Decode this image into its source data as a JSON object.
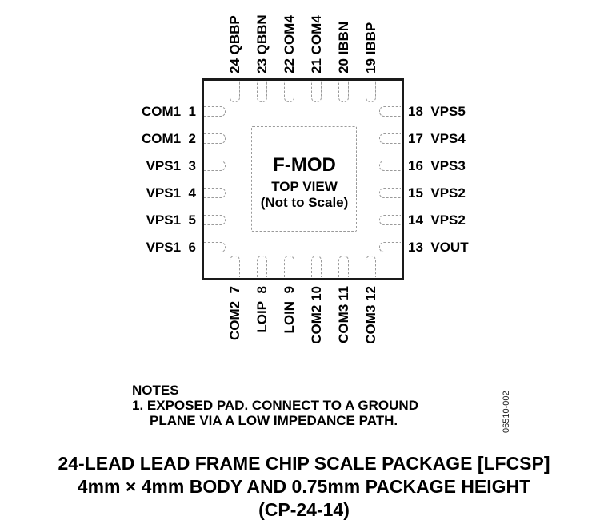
{
  "chip": {
    "name": "F-MOD",
    "view": "TOP VIEW",
    "scale_note": "(Not to Scale)"
  },
  "pins": {
    "left": [
      {
        "num": "1",
        "name": "COM1"
      },
      {
        "num": "2",
        "name": "COM1"
      },
      {
        "num": "3",
        "name": "VPS1"
      },
      {
        "num": "4",
        "name": "VPS1"
      },
      {
        "num": "5",
        "name": "VPS1"
      },
      {
        "num": "6",
        "name": "VPS1"
      }
    ],
    "bottom": [
      {
        "num": "7",
        "name": "COM2"
      },
      {
        "num": "8",
        "name": "LOIP"
      },
      {
        "num": "9",
        "name": "LOIN"
      },
      {
        "num": "10",
        "name": "COM2"
      },
      {
        "num": "11",
        "name": "COM3"
      },
      {
        "num": "12",
        "name": "COM3"
      }
    ],
    "right": [
      {
        "num": "18",
        "name": "VPS5"
      },
      {
        "num": "17",
        "name": "VPS4"
      },
      {
        "num": "16",
        "name": "VPS3"
      },
      {
        "num": "15",
        "name": "VPS2"
      },
      {
        "num": "14",
        "name": "VPS2"
      },
      {
        "num": "13",
        "name": "VOUT"
      }
    ],
    "top": [
      {
        "num": "24",
        "name": "QBBP"
      },
      {
        "num": "23",
        "name": "QBBN"
      },
      {
        "num": "22",
        "name": "COM4"
      },
      {
        "num": "21",
        "name": "COM4"
      },
      {
        "num": "20",
        "name": "IBBN"
      },
      {
        "num": "19",
        "name": "IBBP"
      }
    ]
  },
  "pin_labels": {
    "left": [
      "COM1  1",
      "COM1  2",
      "VPS1  3",
      "VPS1  4",
      "VPS1  5",
      "VPS1  6"
    ],
    "right": [
      "18  VPS5",
      "17  VPS4",
      "16  VPS3",
      "15  VPS2",
      "14  VPS2",
      "13  VOUT"
    ],
    "top": [
      "24  QBBP",
      "23  QBBN",
      "22  COM4",
      "21  COM4",
      "20  IBBN",
      "19  IBBP"
    ],
    "bottom": [
      "COM2   7",
      "LOIP   8",
      "LOIN   9",
      "COM2  10",
      "COM3  11",
      "COM3  12"
    ]
  },
  "notes": {
    "heading": "NOTES",
    "line1": "1. EXPOSED PAD. CONNECT TO A GROUND",
    "line2": "PLANE VIA A LOW IMPEDANCE PATH."
  },
  "figure_id": "06510-002",
  "caption": {
    "line1": "24-LEAD LEAD FRAME CHIP SCALE PACKAGE [LFCSP]",
    "line2": "4mm × 4mm BODY AND 0.75mm PACKAGE HEIGHT",
    "line3": "(CP-24-14)"
  }
}
